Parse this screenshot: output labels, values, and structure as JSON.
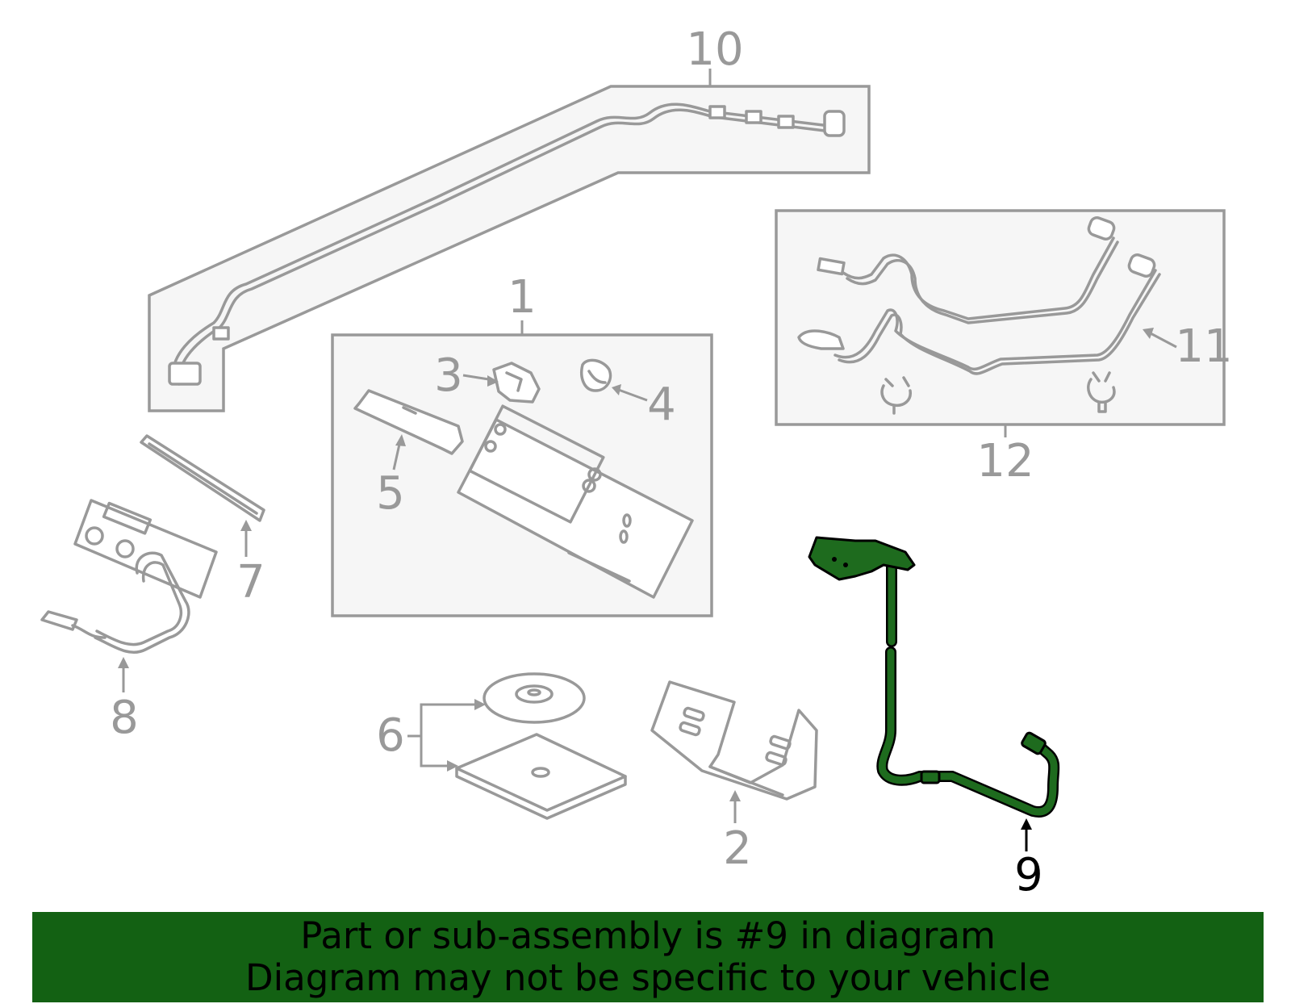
{
  "callouts": {
    "c1": "1",
    "c2": "2",
    "c3": "3",
    "c4": "4",
    "c5": "5",
    "c6": "6",
    "c7": "7",
    "c8": "8",
    "c9": "9",
    "c10": "10",
    "c11": "11",
    "c12": "12"
  },
  "highlighted_part": "9",
  "colors": {
    "highlight": "#1e6b1e",
    "banner_bg": "#136113",
    "part_stroke": "#999999"
  },
  "banner": {
    "line1": "Part or sub-assembly is #9 in diagram",
    "line2": "Diagram may not be specific to your vehicle"
  }
}
